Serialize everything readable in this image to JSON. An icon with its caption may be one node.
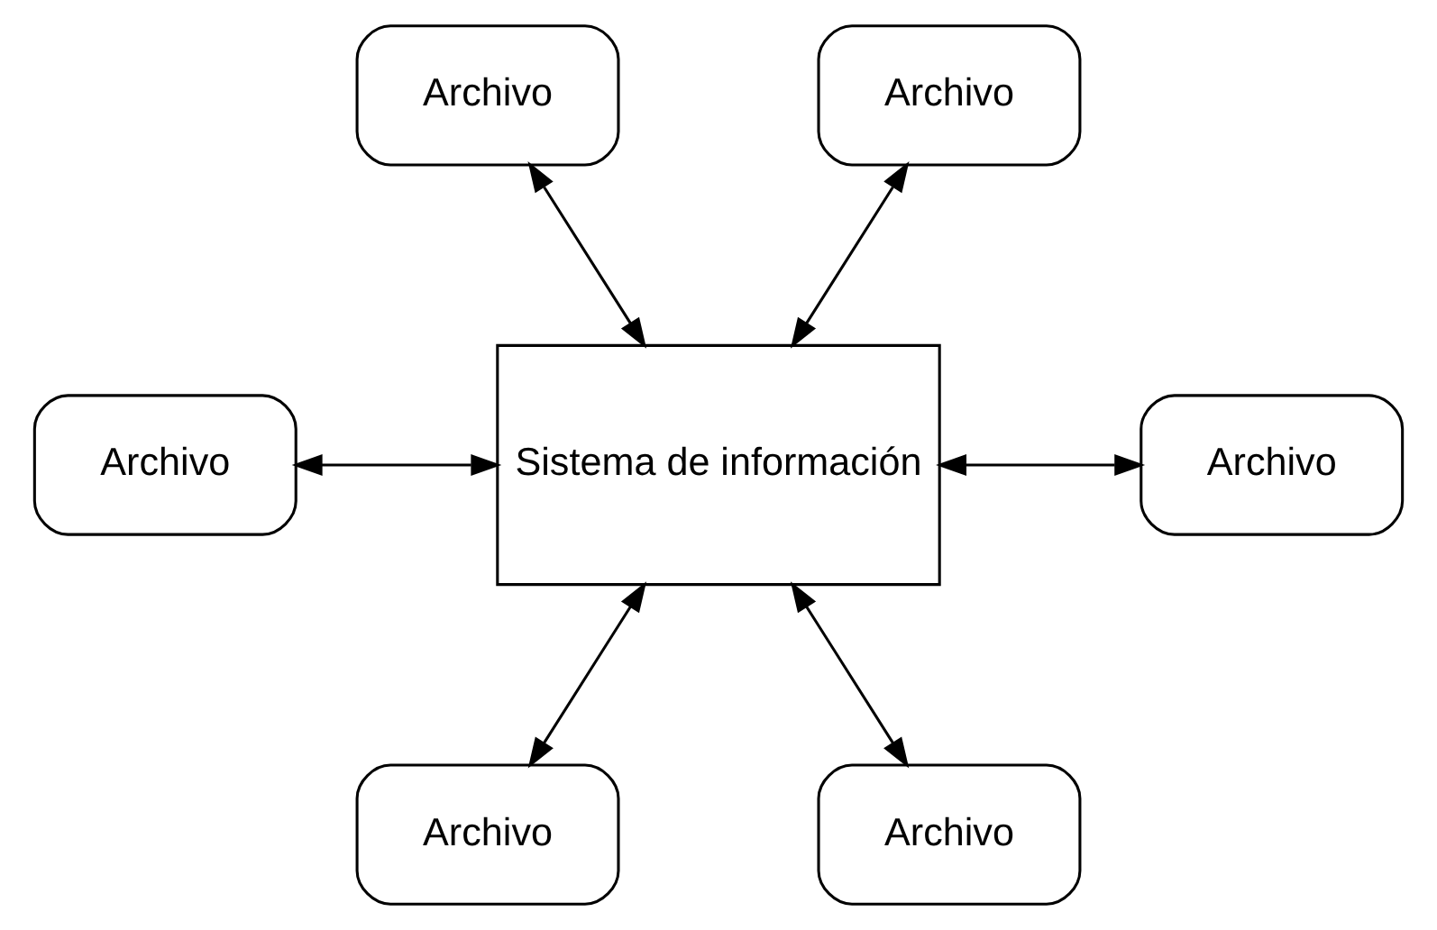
{
  "diagram": {
    "nodes": [
      {
        "text": [
          "Sistema de información"
        ]
      },
      {
        "text": [
          "Archivo"
        ]
      },
      {
        "text": [
          "Archivo"
        ]
      },
      {
        "text": [
          "Archivo"
        ]
      },
      {
        "text": [
          "Archivo"
        ]
      },
      {
        "text": [
          "Archivo"
        ]
      },
      {
        "text": [
          "Archivo"
        ]
      }
    ],
    "edges": [
      {
        "from": 1,
        "to": 0,
        "arrow": "both"
      },
      {
        "from": 2,
        "to": 0,
        "arrow": "both"
      },
      {
        "from": 3,
        "to": 0,
        "arrow": "both"
      },
      {
        "from": 0,
        "to": 4,
        "arrow": "both"
      },
      {
        "from": 0,
        "to": 5,
        "arrow": "both"
      },
      {
        "from": 0,
        "to": 6,
        "arrow": "both"
      }
    ]
  }
}
